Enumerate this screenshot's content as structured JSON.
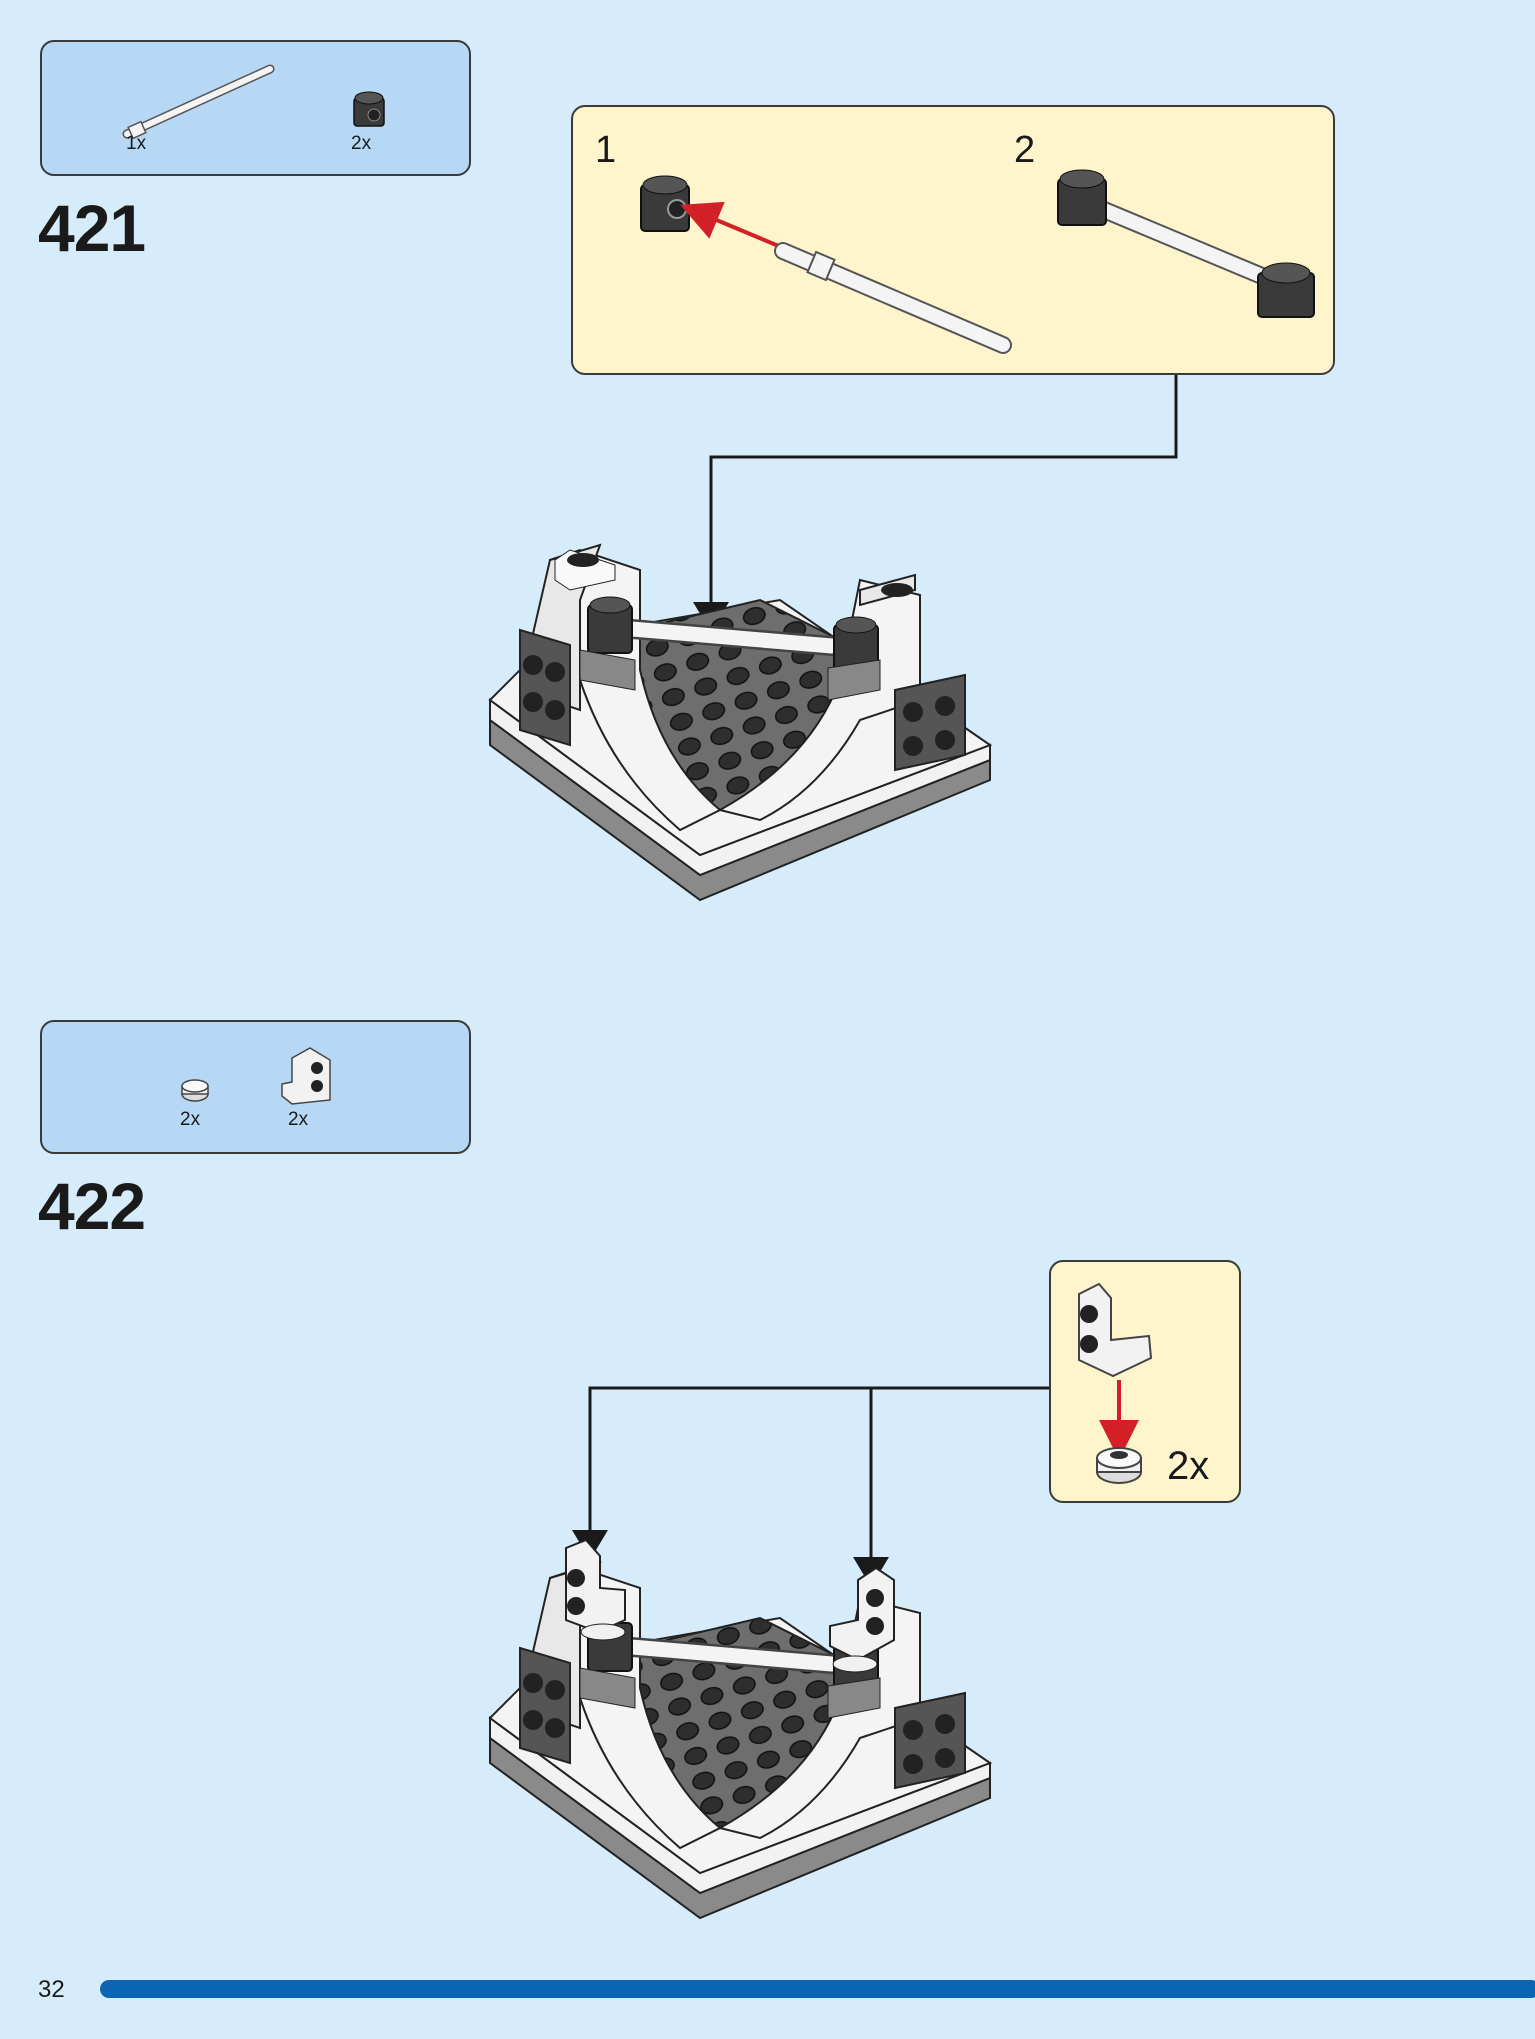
{
  "steps": [
    {
      "number": "421",
      "parts": [
        {
          "icon": "white-bar-icon",
          "qty": "1x"
        },
        {
          "icon": "black-round-brick-icon",
          "qty": "2x"
        }
      ],
      "callout": {
        "substeps": [
          {
            "number": "1"
          },
          {
            "number": "2"
          }
        ]
      }
    },
    {
      "number": "422",
      "parts": [
        {
          "icon": "white-round-plate-icon",
          "qty": "2x"
        },
        {
          "icon": "white-bracket-icon",
          "qty": "2x"
        }
      ],
      "callout": {
        "qty": "2x"
      }
    }
  ],
  "colors": {
    "background": "#d6ecfa",
    "parts_box": "#b6d8f5",
    "callout": "#fff5cc",
    "arrow_red": "#d32027",
    "page_bar": "#0b64b4"
  },
  "footer": {
    "page_number": "32"
  }
}
